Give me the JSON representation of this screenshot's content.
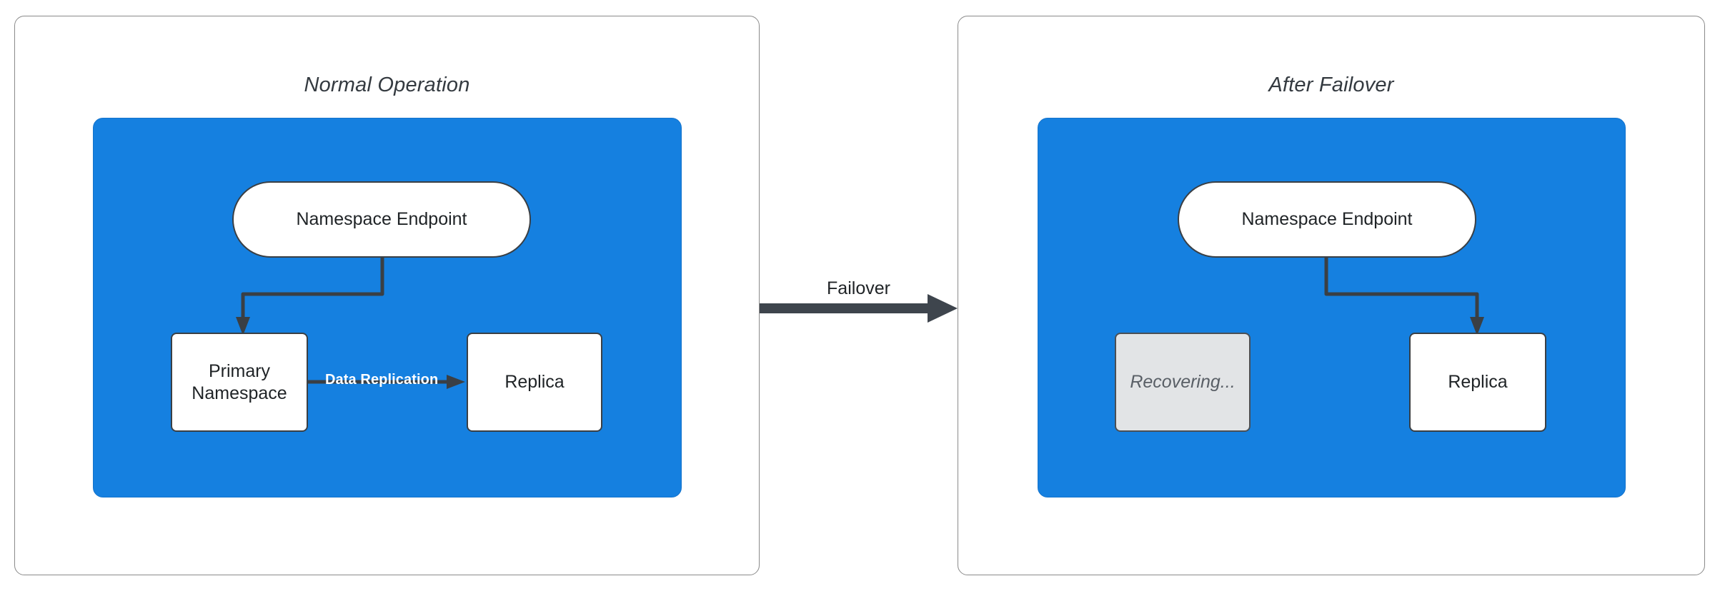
{
  "diagram": {
    "title_not_shown": "",
    "colors": {
      "cluster_blue": "#1580e0",
      "node_white": "#ffffff",
      "node_gray": "#e2e4e6",
      "stroke_dark": "#3a3f44",
      "panel_border": "#8a8a8a",
      "label_white": "#ffffff"
    }
  },
  "panels": [
    {
      "id": "normal-operation",
      "title": "Normal Operation",
      "nodes": [
        {
          "id": "endpoint",
          "label": "Namespace Endpoint",
          "shape": "pill",
          "state": "active"
        },
        {
          "id": "primary",
          "label": "Primary\nNamespace",
          "line1": "Primary",
          "line2": "Namespace",
          "shape": "rect",
          "state": "active"
        },
        {
          "id": "replica",
          "label": "Replica",
          "shape": "rect",
          "state": "active"
        }
      ],
      "edges": [
        {
          "from": "endpoint",
          "to": "primary",
          "label": ""
        },
        {
          "from": "primary",
          "to": "replica",
          "label": "Data Replication"
        }
      ]
    },
    {
      "id": "after-failover",
      "title": "After Failover",
      "nodes": [
        {
          "id": "endpoint",
          "label": "Namespace Endpoint",
          "shape": "pill",
          "state": "active"
        },
        {
          "id": "recovering",
          "label": "Recovering...",
          "shape": "rect",
          "state": "recovering"
        },
        {
          "id": "replica",
          "label": "Replica",
          "shape": "rect",
          "state": "active"
        }
      ],
      "edges": [
        {
          "from": "endpoint",
          "to": "replica",
          "label": ""
        }
      ]
    }
  ],
  "transition": {
    "label": "Failover",
    "direction": "left-to-right"
  }
}
